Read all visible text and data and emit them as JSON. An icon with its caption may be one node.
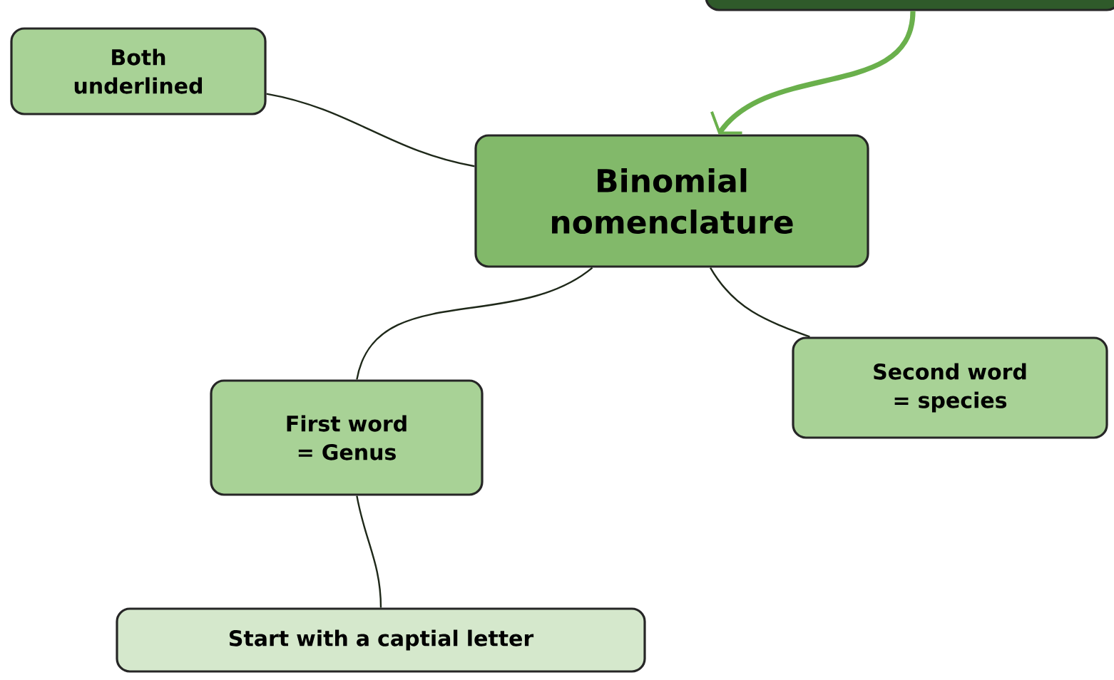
{
  "diagram": {
    "nodes": [
      {
        "text": [],
        "shape": "box"
      },
      {
        "text": [
          "Binomial nomenclature"
        ]
      },
      {
        "text": [
          "Both underlined"
        ]
      },
      {
        "text": [
          "Second word = species"
        ]
      },
      {
        "text": [
          "First word = Genus"
        ]
      },
      {
        "text": [
          "Start with a captial letter"
        ]
      }
    ],
    "edges": [
      {
        "from": 0,
        "to": 1,
        "arrow": "to",
        "style": "thick",
        "color": "#6ab04c"
      },
      {
        "from": 1,
        "to": 2,
        "arrow": "none"
      },
      {
        "from": 1,
        "to": 3,
        "arrow": "none"
      },
      {
        "from": 1,
        "to": 4,
        "arrow": "none"
      },
      {
        "from": 4,
        "to": 5,
        "arrow": "none"
      }
    ]
  }
}
